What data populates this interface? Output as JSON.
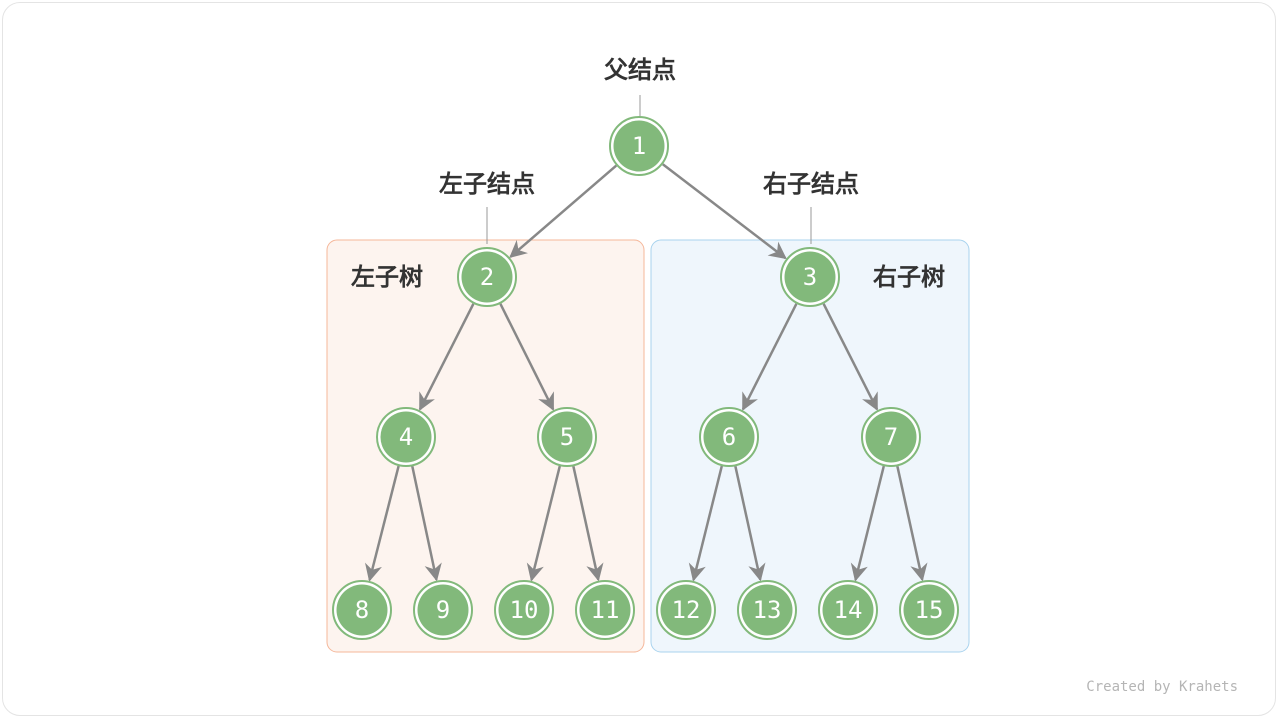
{
  "labels": {
    "parent": "父结点",
    "left_child": "左子结点",
    "right_child": "右子结点",
    "left_subtree": "左子树",
    "right_subtree": "右子树"
  },
  "tree": {
    "nodes": [
      "1",
      "2",
      "3",
      "4",
      "5",
      "6",
      "7",
      "8",
      "9",
      "10",
      "11",
      "12",
      "13",
      "14",
      "15"
    ],
    "edges": [
      [
        "1",
        "2"
      ],
      [
        "1",
        "3"
      ],
      [
        "2",
        "4"
      ],
      [
        "2",
        "5"
      ],
      [
        "3",
        "6"
      ],
      [
        "3",
        "7"
      ],
      [
        "4",
        "8"
      ],
      [
        "4",
        "9"
      ],
      [
        "5",
        "10"
      ],
      [
        "5",
        "11"
      ],
      [
        "6",
        "12"
      ],
      [
        "6",
        "13"
      ],
      [
        "7",
        "14"
      ],
      [
        "7",
        "15"
      ]
    ]
  },
  "colors": {
    "node_fill": "#82b97b",
    "node_ring": "#82b97b",
    "edge": "#888888",
    "left_subtree_fill": "#fdf4ef",
    "left_subtree_border": "#f5b79a",
    "left_subtree_label": "#e8530f",
    "right_subtree_fill": "#eff6fc",
    "right_subtree_border": "#a9d3ee",
    "right_subtree_label": "#1a7fc4",
    "label_text": "#333333"
  },
  "footer": {
    "credit": "Created by Krahets"
  }
}
